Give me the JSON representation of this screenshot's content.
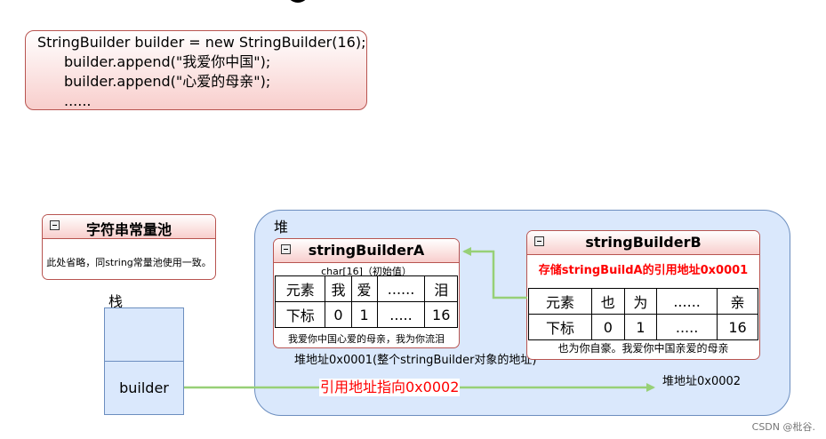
{
  "code": {
    "line1": "StringBuilder builder = new StringBuilder(16);",
    "line2": "builder.append(\"我爱你中国\");",
    "line3": "builder.append(\"心爱的母亲\");",
    "line4": "......"
  },
  "pool": {
    "title": "字符串常量池",
    "note": "此处省略，同string常量池使用一致。"
  },
  "stack": {
    "label": "栈",
    "var": "builder"
  },
  "heap": {
    "label": "堆"
  },
  "sbA": {
    "title": "stringBuilderA",
    "caption": "char[16]（初始值）",
    "row1": [
      "元素",
      "我",
      "爱",
      "......",
      "泪"
    ],
    "row2": [
      "下标",
      "0",
      "1",
      ".....",
      "16"
    ],
    "note": "我爱你中国心爱的母亲，我为你流泪",
    "addr": "堆地址0x0001(整个stringBuilder对象的地址)"
  },
  "sbB": {
    "title": "stringBuilderB",
    "caption": "存储stringBuildA的引用地址0x0001",
    "row1": [
      "元素",
      "也",
      "为",
      "......",
      "亲"
    ],
    "row2": [
      "下标",
      "0",
      "1",
      ".....",
      "16"
    ],
    "note": "也为你自豪。我爱你中国亲爱的母亲",
    "addr": "堆地址0x0002"
  },
  "ref_label": "引用地址指向0x0002",
  "watermark": "CSDN @枇谷.",
  "colors": {
    "heap_fill": "#dae8fc",
    "card_border": "#b85450",
    "arrow": "#97d077",
    "red_text": "#ff0000"
  }
}
